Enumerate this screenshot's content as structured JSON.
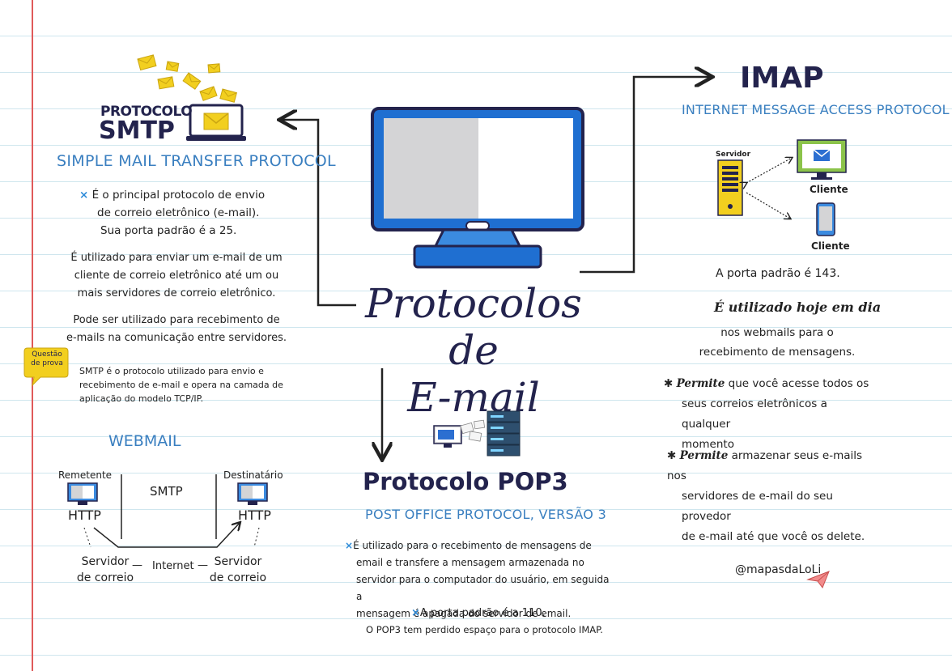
{
  "title": {
    "line1": "Protocolos de",
    "line2": "E-mail"
  },
  "smtp": {
    "small_label": "PROTOCOLO",
    "label": "SMTP",
    "fullname": "SIMPLE MAIL TRANSFER PROTOCOL",
    "p1": [
      "É o principal protocolo de envio",
      "de correio eletrônico (e-mail).",
      "Sua porta padrão é a 25."
    ],
    "p2": [
      "É utilizado para enviar um e-mail de um",
      "cliente de correio eletrônico até um ou",
      "mais servidores de correio eletrônico."
    ],
    "p3": [
      "Pode ser utilizado para recebimento de",
      "e-mails na comunicação entre servidores."
    ],
    "question_badge": [
      "Questão",
      "de prova"
    ],
    "p4": [
      "SMTP é o protocolo utilizado para envio e",
      "recebimento de e-mail e opera na camada de",
      "aplicação do modelo TCP/IP."
    ]
  },
  "webmail": {
    "title": "WEBMAIL",
    "sender": "Remetente",
    "recipient": "Destinatário",
    "protocol_mid": "SMTP",
    "http_left": "HTTP",
    "http_right": "HTTP",
    "server_left": [
      "Servidor",
      "de correio"
    ],
    "server_right": [
      "Servidor",
      "de correio"
    ],
    "internet": "Internet",
    "dash_left": "—",
    "dash_right": "—"
  },
  "imap": {
    "label": "IMAP",
    "fullname": "INTERNET MESSAGE ACCESS PROTOCOL",
    "server": "Servidor",
    "client1": "Cliente",
    "client2": "Cliente",
    "port": "A porta padrão é 143.",
    "used_title": "É utilizado hoje em dia",
    "used_rest": [
      "nos webmails para o",
      "recebimento de mensagens."
    ],
    "b1_bold": "Permite",
    "b1_rest": [
      "que você acesse todos os",
      "seus correios eletrônicos a qualquer",
      "momento"
    ],
    "b2_bold": "Permite",
    "b2_rest": [
      "armazenar seus e-mails nos",
      "servidores de e-mail do seu provedor",
      "de e-mail até que você os delete."
    ]
  },
  "pop3": {
    "label": "Protocolo POP3",
    "fullname": "POST OFFICE PROTOCOL, VERSÃO 3",
    "p1": [
      "É utilizado para o recebimento de mensagens de",
      "email e transfere a mensagem armazenada no",
      "servidor para o computador do usuário, em seguida a",
      "mensagem é apagada do servidor de email."
    ],
    "port": "A porta padrão é a 110.",
    "note": "O POP3 tem perdido  espaço para o protocolo IMAP."
  },
  "signature": "@mapasdaLoLi",
  "colors": {
    "navy": "#23234d",
    "blue": "#3a7fc0",
    "accent_blue": "#2c8ad8",
    "yellow": "#f2cf1f",
    "margin_red": "#e05a5a"
  }
}
